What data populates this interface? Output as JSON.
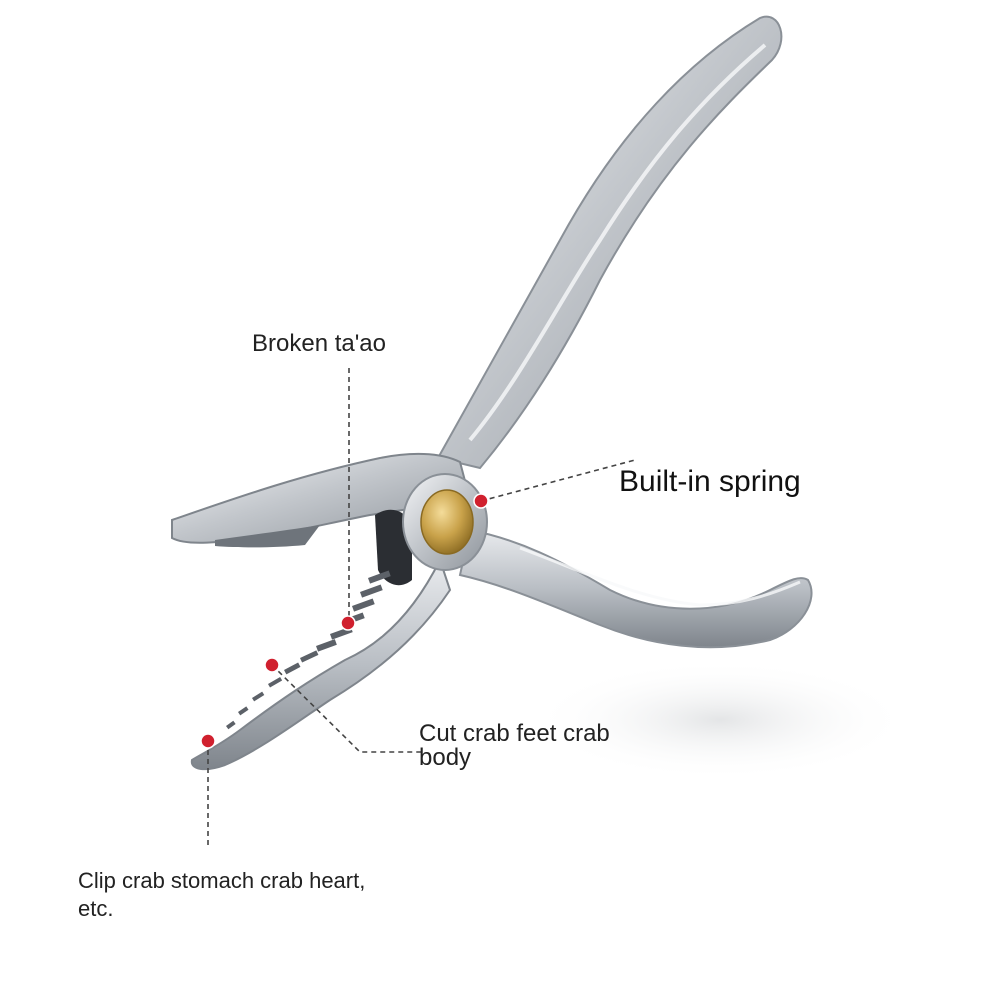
{
  "image": {
    "subject": "crab-pliers",
    "background_color": "#ffffff",
    "metal_color": "#c9cdd2",
    "pivot_color": "#c9a24a",
    "marker_color": "#d0202e"
  },
  "labels": {
    "broken": "Broken ta'ao",
    "spring": "Built-in spring",
    "cut_line1": "Cut crab feet crab",
    "cut_line2": "body",
    "clip_line1": "Clip crab stomach crab heart,",
    "clip_line2": "etc."
  }
}
